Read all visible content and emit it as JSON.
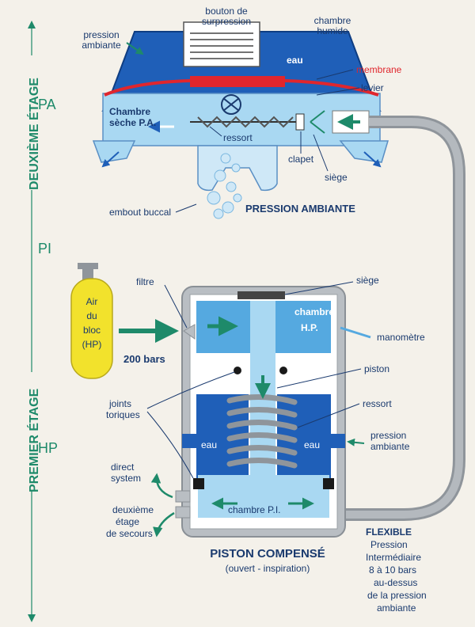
{
  "colors": {
    "dark_blue": "#1f5fb8",
    "light_blue": "#a9d8f2",
    "mid_blue": "#55a9e0",
    "red": "#e0262d",
    "green": "#1e8a6a",
    "yellow": "#f2e22c",
    "grey": "#9aa0a6",
    "label": "#1a3a6e"
  },
  "second_stage": {
    "side_title": "DEUXIÈME ÉTAGE",
    "pa": "PA",
    "labels": {
      "bouton": [
        "bouton de",
        "surpression"
      ],
      "chambre_humide": [
        "chambre",
        "humide"
      ],
      "pression_ambiante": [
        "pression",
        "ambiante"
      ],
      "eau": "eau",
      "membrane": "membrane",
      "levier": "levier",
      "chambre_seche": [
        "Chambre",
        "sèche P.A."
      ],
      "ressort": "ressort",
      "clapet": "clapet",
      "siege": "siège",
      "embout": "embout buccal",
      "pression_ambiante_title": "PRESSION AMBIANTE"
    }
  },
  "first_stage": {
    "side_title": "PREMIER ÉTAGE",
    "pi": "PI",
    "hp": "HP",
    "tank": [
      "Air",
      "du",
      "bloc",
      "(HP)"
    ],
    "bars": "200 bars",
    "labels": {
      "filtre": "filtre",
      "siege": "siège",
      "chambre_hp": [
        "chambre",
        "H.P."
      ],
      "manometre": "manomètre",
      "piston": "piston",
      "ressort": "ressort",
      "joints": [
        "joints",
        "toriques"
      ],
      "pression_ambiante": [
        "pression",
        "ambiante"
      ],
      "eau_left": "eau",
      "eau_right": "eau",
      "direct_system": [
        "direct",
        "system"
      ],
      "chambre_pi": "chambre P.I.",
      "deuxieme_secours": [
        "deuxième",
        "étage",
        "de secours"
      ],
      "title": "PISTON COMPENSÉ",
      "subtitle": "(ouvert - inspiration)"
    }
  },
  "flexible": {
    "title": "FLEXIBLE",
    "lines": [
      "Pression",
      "Intermédiaire",
      "8 à 10 bars",
      "au-dessus",
      "de la pression",
      "ambiante"
    ]
  }
}
